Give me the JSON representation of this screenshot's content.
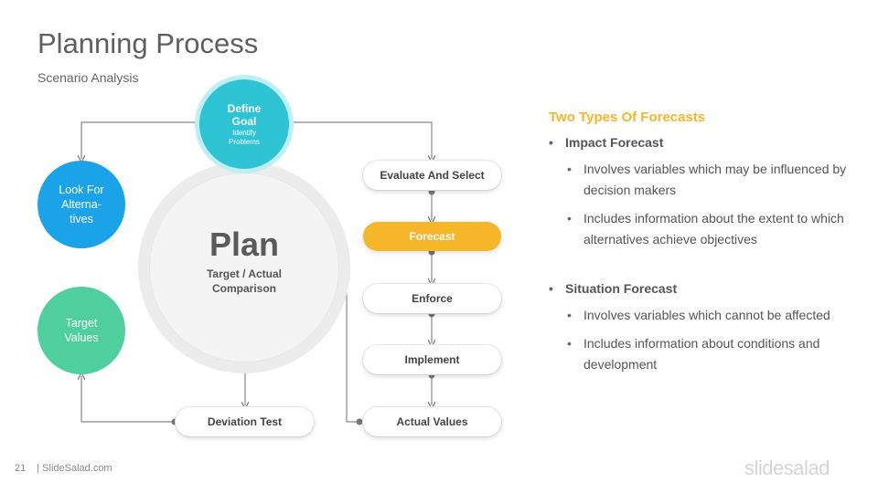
{
  "header": {
    "title": "Planning Process",
    "subtitle": "Scenario Analysis"
  },
  "diagram": {
    "define_goal": {
      "title_line1": "Define",
      "title_line2": "Goal",
      "sub_line1": "Identify",
      "sub_line2": "Problems"
    },
    "look_for": {
      "line1": "Look For",
      "line2": "Alterna-",
      "line3": "tives"
    },
    "target_values": {
      "line1": "Target",
      "line2": "Values"
    },
    "plan": {
      "word": "Plan",
      "sub_line1": "Target / Actual",
      "sub_line2": "Comparison"
    },
    "steps": {
      "evaluate": "Evaluate And Select",
      "forecast": "Forecast",
      "enforce": "Enforce",
      "implement": "Implement",
      "actual_values": "Actual Values",
      "deviation_test": "Deviation Test"
    }
  },
  "panel": {
    "heading": "Two Types Of Forecasts",
    "sections": [
      {
        "title": "Impact Forecast",
        "items": [
          "Involves variables which may be influenced by decision makers",
          "Includes information about the extent to which alternatives achieve objectives"
        ]
      },
      {
        "title": "Situation Forecast",
        "items": [
          "Involves variables which cannot be affected",
          "Includes information about conditions and development"
        ]
      }
    ]
  },
  "footer": {
    "page_number": "21",
    "site": "| SlideSalad.com",
    "brand": "slidesalad"
  },
  "colors": {
    "accent_orange": "#f6b62a",
    "teal": "#2ec4d6",
    "blue": "#1aa3e8",
    "green": "#4fcf9d",
    "connector": "#777777"
  }
}
